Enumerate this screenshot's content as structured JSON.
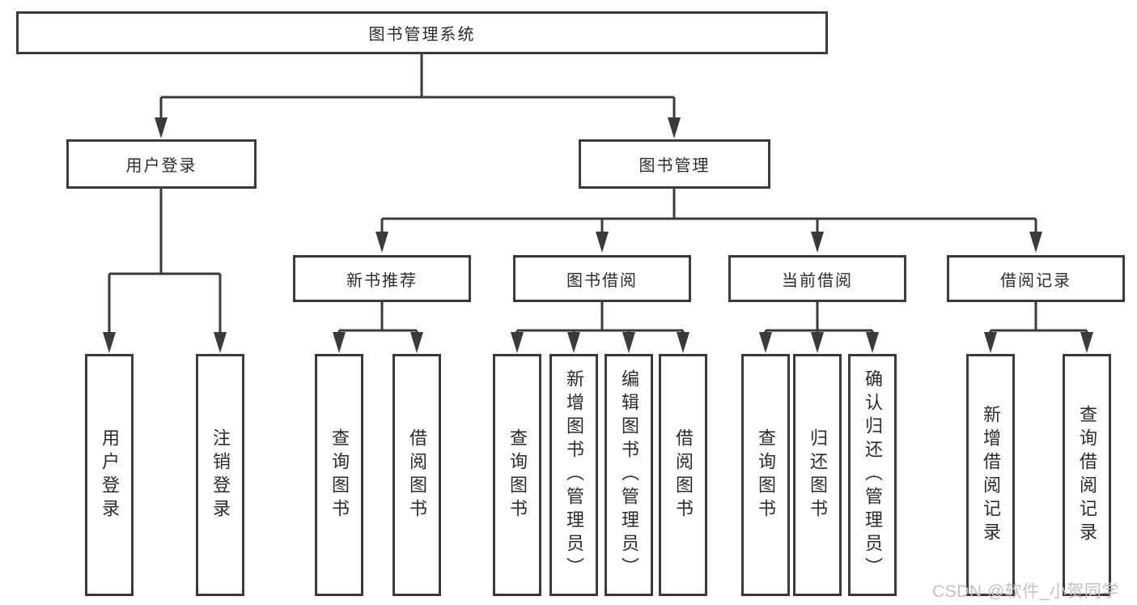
{
  "tree": {
    "root": {
      "label": "图书管理系统"
    },
    "level2": [
      {
        "label": "用户登录",
        "children": [
          "用户登录",
          "注销登录"
        ]
      },
      {
        "label": "图书管理",
        "groups": [
          {
            "label": "新书推荐",
            "children": [
              "查询图书",
              "借阅图书"
            ]
          },
          {
            "label": "图书借阅",
            "children": [
              "查询图书",
              "新增图书（管理员）",
              "编辑图书（管理员）",
              "借阅图书"
            ]
          },
          {
            "label": "当前借阅",
            "children": [
              "查询图书",
              "归还图书",
              "确认归还（管理员）"
            ]
          },
          {
            "label": "借阅记录",
            "children": [
              "新增借阅记录",
              "查询借阅记录"
            ]
          }
        ]
      }
    ]
  },
  "watermark": {
    "text": "CSDN @软件_小贺同学"
  },
  "colors": {
    "line": "#3a3a3a",
    "box_border": "#3a3a3a",
    "text": "#2b2b2b",
    "watermark": "#c2c2c2",
    "background": "#ffffff"
  }
}
